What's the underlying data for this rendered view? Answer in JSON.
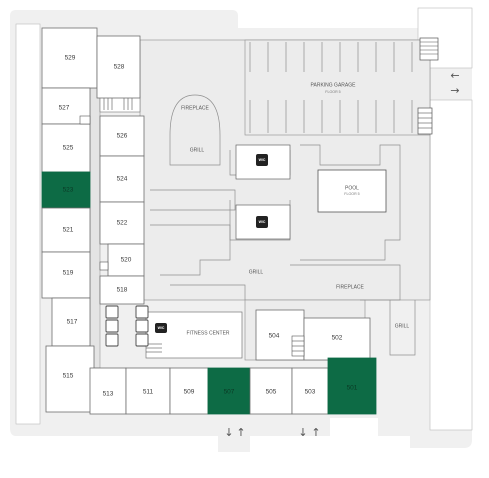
{
  "units": [
    {
      "id": "u529",
      "label": "529",
      "selected": false
    },
    {
      "id": "u528",
      "label": "528",
      "selected": false
    },
    {
      "id": "u527",
      "label": "527",
      "selected": false
    },
    {
      "id": "u526",
      "label": "526",
      "selected": false
    },
    {
      "id": "u525",
      "label": "525",
      "selected": false
    },
    {
      "id": "u524",
      "label": "524",
      "selected": false
    },
    {
      "id": "u523",
      "label": "523",
      "selected": true
    },
    {
      "id": "u522",
      "label": "522",
      "selected": false
    },
    {
      "id": "u521",
      "label": "521",
      "selected": false
    },
    {
      "id": "u520",
      "label": "520",
      "selected": false
    },
    {
      "id": "u519",
      "label": "519",
      "selected": false
    },
    {
      "id": "u518",
      "label": "518",
      "selected": false
    },
    {
      "id": "u517",
      "label": "517",
      "selected": false
    },
    {
      "id": "u515",
      "label": "515",
      "selected": false
    },
    {
      "id": "u513",
      "label": "513",
      "selected": false
    },
    {
      "id": "u511",
      "label": "511",
      "selected": false
    },
    {
      "id": "u509",
      "label": "509",
      "selected": false
    },
    {
      "id": "u507",
      "label": "507",
      "selected": true
    },
    {
      "id": "u505",
      "label": "505",
      "selected": false
    },
    {
      "id": "u504",
      "label": "504",
      "selected": false
    },
    {
      "id": "u503",
      "label": "503",
      "selected": false
    },
    {
      "id": "u502",
      "label": "502",
      "selected": false
    },
    {
      "id": "u501",
      "label": "501",
      "selected": true
    }
  ],
  "amenities": {
    "parking_garage": "PARKING GARAGE",
    "parking_floor": "FLOOR 5",
    "pool": "POOL",
    "pool_floor": "FLOOR 5",
    "fireplace_top": "FIREPLACE",
    "fireplace_right": "FIREPLACE",
    "grill_top": "GRILL",
    "grill_center": "GRILL",
    "grill_right": "GRILL",
    "fitness_center": "FITNESS CENTER",
    "wc_1": "W/C",
    "wc_2": "W/C",
    "wc_3": "W/C"
  },
  "arrows": {
    "garage_left": "←",
    "garage_right": "→",
    "entry_left_down": "↓",
    "entry_left_up": "↑",
    "entry_right_down": "↓",
    "entry_right_up": "↑"
  },
  "colors": {
    "selected_unit": "#0d6b45",
    "unit_fill": "#ffffff",
    "outline": "#6e6e6e"
  }
}
